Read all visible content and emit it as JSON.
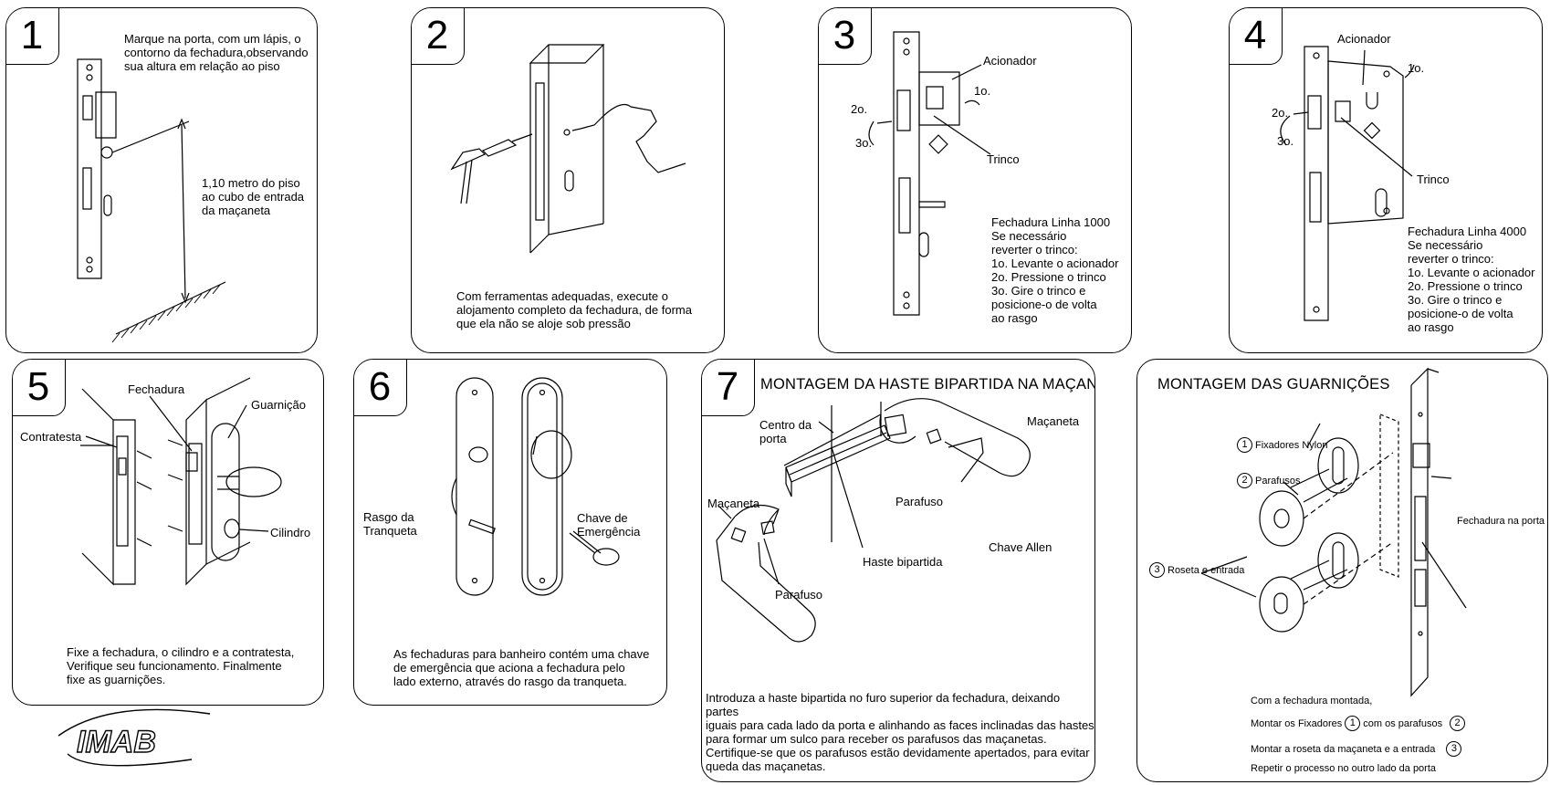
{
  "panels": [
    {
      "number": "1",
      "text": "Marque na porta, com um lápis, o\ncontorno da fechadura,observando\nsua altura em relação ao piso",
      "labels": [
        "1,10 metro do piso\nao cubo de entrada\nda maçaneta"
      ]
    },
    {
      "number": "2",
      "text": "Com ferramentas adequadas, execute o\nalojamento completo da fechadura, de forma\nque ela não se aloje sob pressão"
    },
    {
      "number": "3",
      "labels": [
        "Acionador",
        "1o.",
        "2o.",
        "3o.",
        "Trinco"
      ],
      "text": "Fechadura Linha 1000\nSe necessário\nreverter o trinco:\n1o. Levante o acionador\n2o. Pressione o trinco\n3o. Gire o trinco e\n      posicione-o de volta\n      ao rasgo"
    },
    {
      "number": "4",
      "labels": [
        "Acionador",
        "1o.",
        "2o.",
        "3o.",
        "Trinco"
      ],
      "text": "Fechadura Linha 4000\nSe necessário\nreverter o trinco:\n1o. Levante o acionador\n2o. Pressione o trinco\n3o. Gire o trinco e\n      posicione-o de volta\n      ao rasgo"
    },
    {
      "number": "5",
      "labels": [
        "Fechadura",
        "Guarnição",
        "Contratesta",
        "Cilindro"
      ],
      "text": "Fixe a fechadura, o cilindro e a contratesta,\nVerifique seu funcionamento. Finalmente\nfixe as guarnições."
    },
    {
      "number": "6",
      "labels": [
        "Rasgo da\nTranqueta",
        "Chave de\nEmergência"
      ],
      "text": "As fechaduras para banheiro contém uma chave\nde emergência que aciona a fechadura pelo\nlado externo, através do rasgo da tranqueta."
    },
    {
      "number": "7",
      "heading": "MONTAGEM DA HASTE BIPARTIDA NA MAÇANETA",
      "labels": [
        "Centro da\nporta",
        "Maçaneta",
        "Maçaneta",
        "Parafuso",
        "Parafuso",
        "Chave Allen",
        "Haste bipartida"
      ],
      "text": "Introduza a haste bipartida no furo superior da fechadura, deixando partes\niguais para cada lado da porta e alinhando as faces inclinadas das hastes\npara formar um sulco para receber os parafusos das maçanetas.\nCertifique-se que os parafusos estão devidamente apertados, para evitar\nqueda das maçanetas."
    },
    {
      "heading": "MONTAGEM DAS GUARNIÇÕES",
      "callouts": [
        {
          "n": "1",
          "label": "Fixadores Nylon"
        },
        {
          "n": "2",
          "label": "Parafusos"
        },
        {
          "n": "3",
          "label": "Roseta e entrada"
        }
      ],
      "labels": [
        "Fechadura na porta"
      ],
      "steps": {
        "line1": "Com a fechadura montada,",
        "line2a": "Montar os Fixadores",
        "line2b": "com os parafusos",
        "line3": "Montar a roseta da maçaneta e a entrada",
        "line4": "Repetir o processo no outro lado da porta"
      }
    }
  ],
  "logo": {
    "text": "IMAB"
  }
}
